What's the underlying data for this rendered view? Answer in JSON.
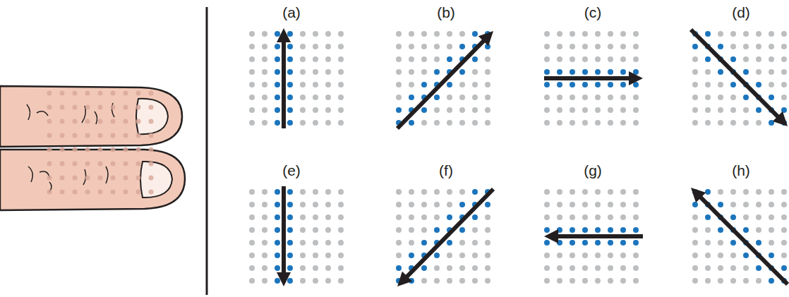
{
  "diagram": {
    "labels": [
      "(a)",
      "(b)",
      "(c)",
      "(d)",
      "(e)",
      "(f)",
      "(g)",
      "(h)"
    ]
  }
}
